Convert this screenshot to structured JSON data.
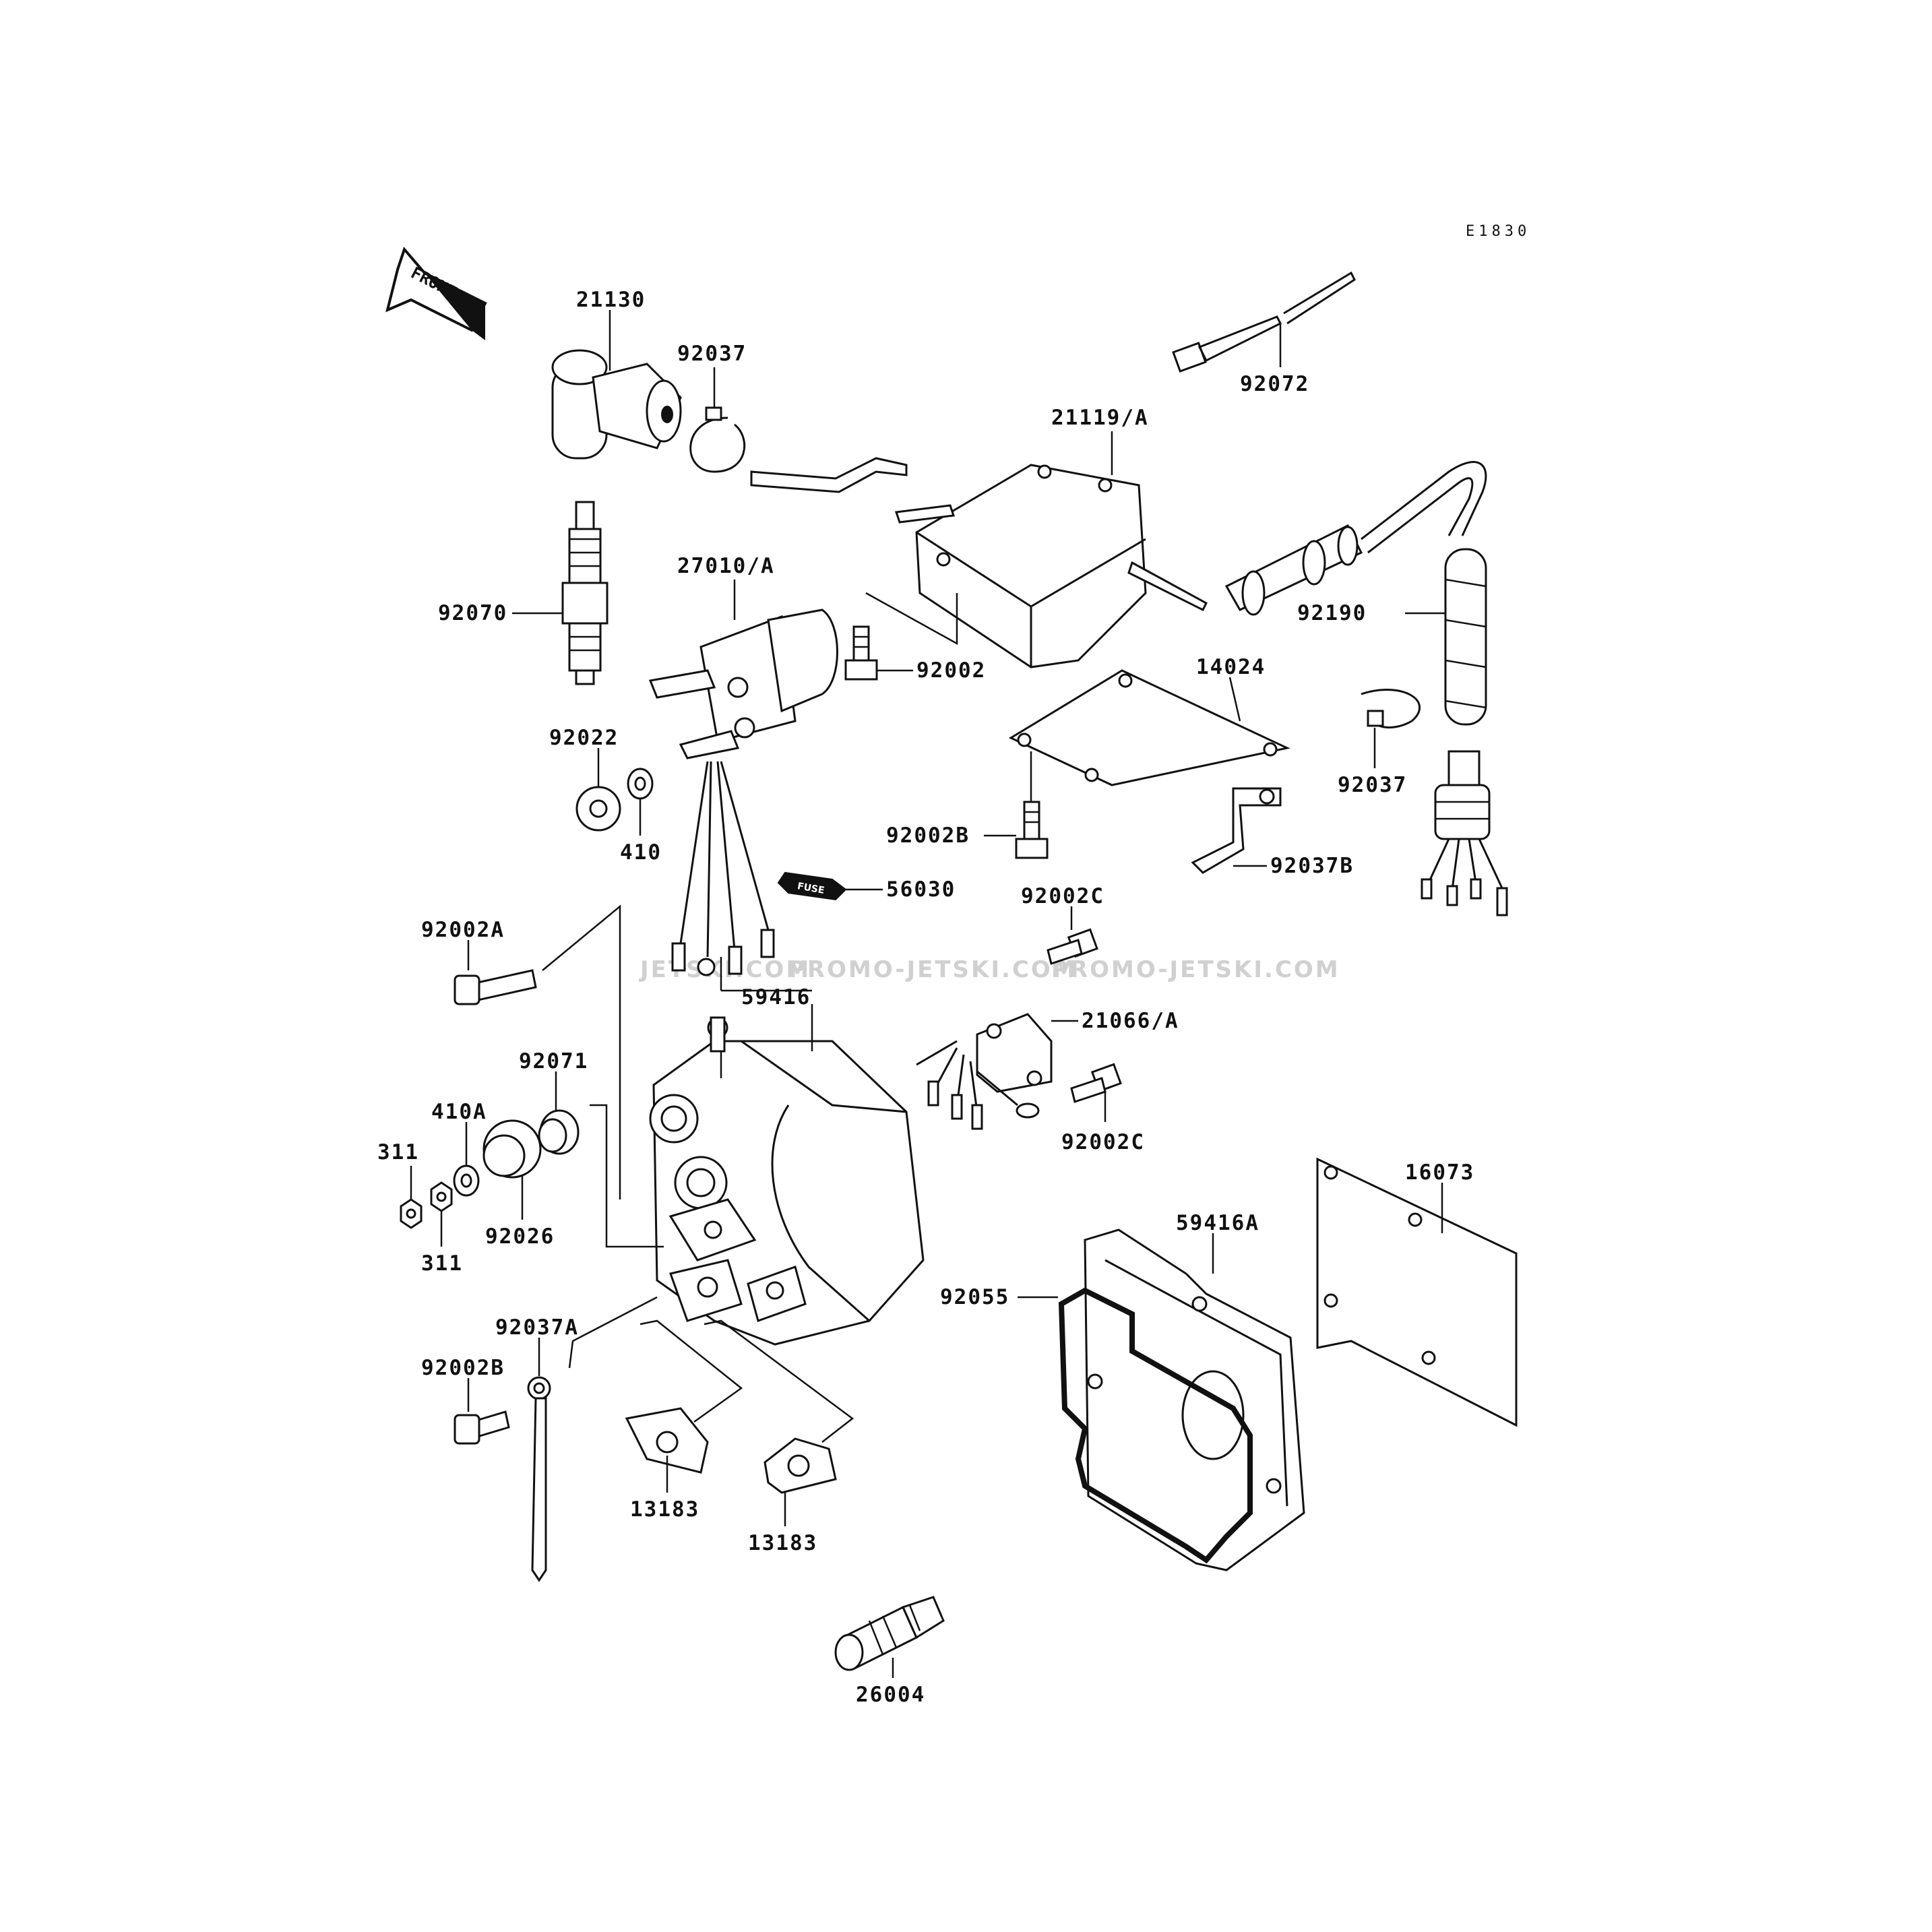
{
  "diagram_code": "E1830",
  "front_label": "FRONT",
  "fuse_label": "FUSE",
  "watermarks": [
    "JETSKI.COM",
    "PROMO-JETSKI.COM",
    "PROMO-JETSKI.COM"
  ],
  "parts": {
    "p21130": "21130",
    "p92037_top": "92037",
    "p92072": "92072",
    "p21119A": "21119/A",
    "p92070": "92070",
    "p27010A": "27010/A",
    "p92002": "92002",
    "p92190": "92190",
    "p14024": "14024",
    "p92022": "92022",
    "p410": "410",
    "p92037_mid": "92037",
    "p92002B_top": "92002B",
    "p92037B": "92037B",
    "p56030": "56030",
    "p92002C_top": "92002C",
    "p92002A": "92002A",
    "p59416": "59416",
    "p21066A": "21066/A",
    "p92071": "92071",
    "p92002C_bot": "92002C",
    "p410A": "410A",
    "p311_top": "311",
    "p16073": "16073",
    "p59416A": "59416A",
    "p92026": "92026",
    "p311_bot": "311",
    "p92055": "92055",
    "p92037A": "92037A",
    "p92002B_bot": "92002B",
    "p13183_left": "13183",
    "p13183_right": "13183",
    "p26004": "26004"
  }
}
